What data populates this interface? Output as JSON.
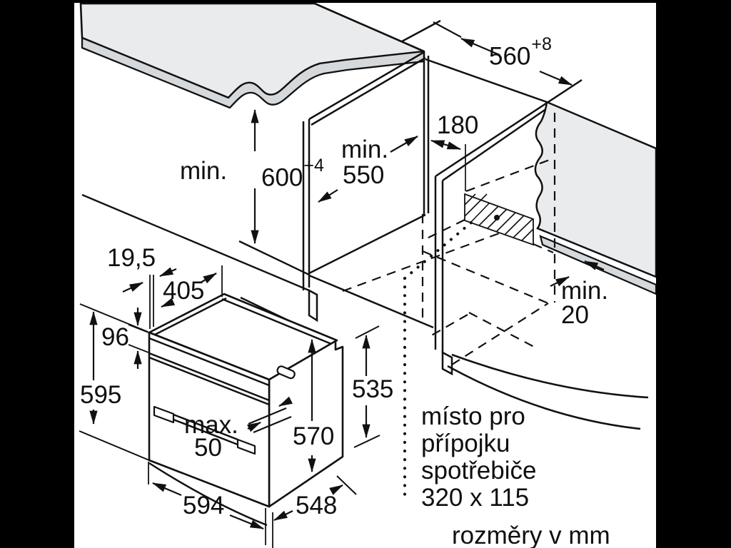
{
  "frame": {
    "background": "#ffffff",
    "pillarbox_color": "#000000",
    "line_color": "#111111",
    "fill_light": "#e9ebed",
    "fill_mid": "#d6d9db"
  },
  "labels": {
    "niche_height_prefix": "min.",
    "niche_height_main": "600",
    "niche_height_sup": "+4",
    "niche_depth_line1": "min.",
    "niche_depth_line2": "550",
    "niche_width_main": "560",
    "niche_width_sup": "+8",
    "conduit_offset": "180",
    "rear_gap_line1": "min.",
    "rear_gap_line2": "20",
    "frame_overhang": "19,5",
    "top_depth": "405",
    "panel_height": "96",
    "oven_height": "595",
    "handle_depth_line1": "max.",
    "handle_depth_line2": "50",
    "body_height": "570",
    "rear_height": "535",
    "oven_width": "594",
    "body_depth": "548",
    "connection_note_line1": "místo pro",
    "connection_note_line2": "přípojku",
    "connection_note_line3": "spotřebiče",
    "connection_note_line4": "320 x 115",
    "units_note": "rozměry v mm"
  }
}
